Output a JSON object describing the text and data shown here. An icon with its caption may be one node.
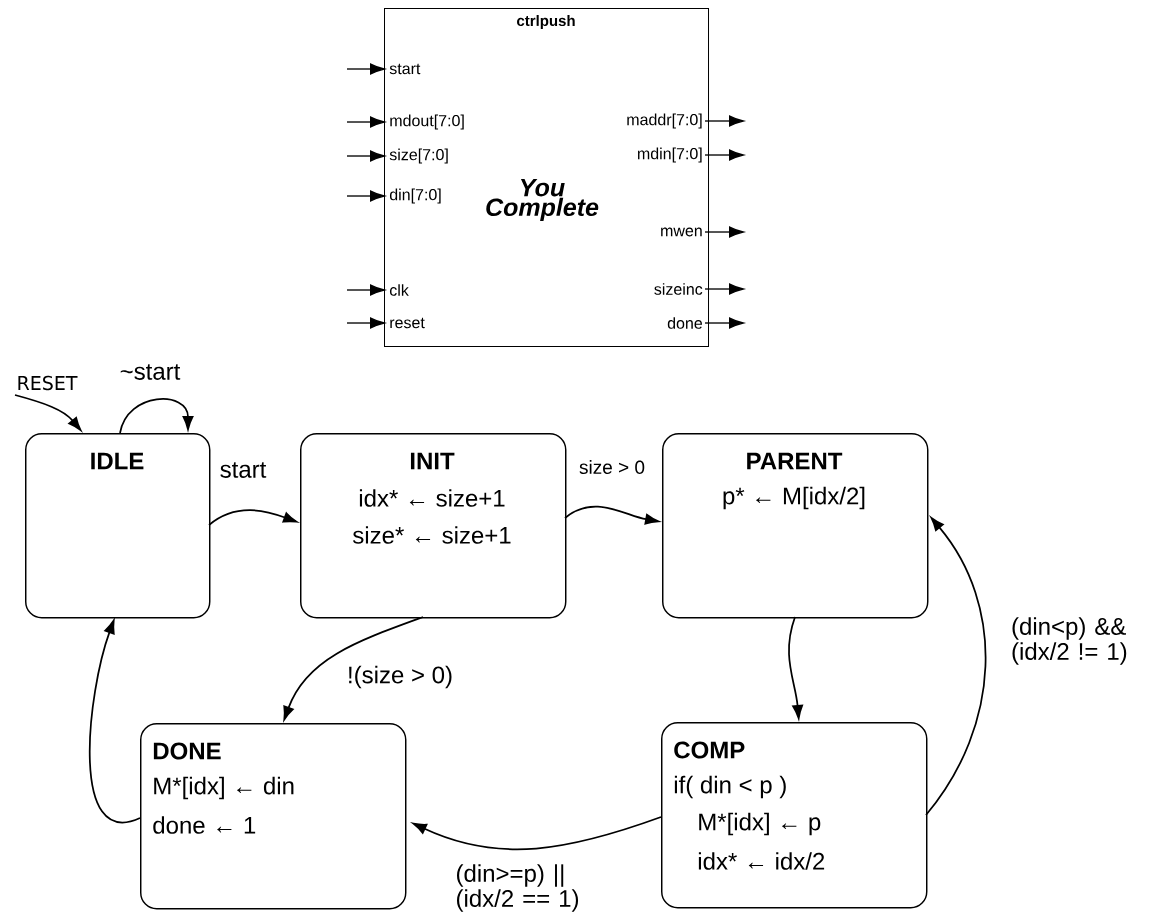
{
  "diagram": {
    "nodes": [
      {
        "text": [
          "ctrlpush",
          "You Complete"
        ]
      },
      {
        "text": [
          "start"
        ],
        "in": 0
      },
      {
        "text": [
          "mdout[7:0]"
        ],
        "in": 0
      },
      {
        "text": [
          "size[7:0]"
        ],
        "in": 0
      },
      {
        "text": [
          "din[7:0]"
        ],
        "in": 0
      },
      {
        "text": [
          "clk"
        ],
        "in": 0
      },
      {
        "text": [
          "reset"
        ],
        "in": 0
      },
      {
        "text": [
          "maddr[7:0]"
        ],
        "in": 0
      },
      {
        "text": [
          "mdin[7:0]"
        ],
        "in": 0
      },
      {
        "text": [
          "mwen"
        ],
        "in": 0
      },
      {
        "text": [
          "sizeinc"
        ],
        "in": 0
      },
      {
        "text": [
          "done"
        ],
        "in": 0
      },
      {
        "text": [
          "IDLE"
        ]
      },
      {
        "text": [
          "INIT",
          "idx* ← size+1",
          "size* ← size+1"
        ]
      },
      {
        "text": [
          "PARENT",
          "p* ← M[idx/2]"
        ]
      },
      {
        "text": [
          "DONE",
          "M*[idx] ← din",
          "done ← 1"
        ]
      },
      {
        "text": [
          "COMP",
          "if( din < p )",
          "M*[idx] ← p",
          "idx* ← idx/2"
        ]
      }
    ],
    "edges": [
      {
        "from": null,
        "to": 1,
        "arrow": "to"
      },
      {
        "from": null,
        "to": 2,
        "arrow": "to"
      },
      {
        "from": null,
        "to": 3,
        "arrow": "to"
      },
      {
        "from": null,
        "to": 4,
        "arrow": "to"
      },
      {
        "from": null,
        "to": 5,
        "arrow": "to"
      },
      {
        "from": null,
        "to": 6,
        "arrow": "to"
      },
      {
        "from": 7,
        "to": null,
        "arrow": "to"
      },
      {
        "from": 8,
        "to": null,
        "arrow": "to"
      },
      {
        "from": 9,
        "to": null,
        "arrow": "to"
      },
      {
        "from": 10,
        "to": null,
        "arrow": "to"
      },
      {
        "from": 11,
        "to": null,
        "arrow": "to"
      },
      {
        "from": null,
        "to": 12,
        "arrow": "to",
        "label": "RESET"
      },
      {
        "from": 12,
        "to": 12,
        "arrow": "to",
        "label": "~start"
      },
      {
        "from": 12,
        "to": 13,
        "arrow": "to",
        "label": "start"
      },
      {
        "from": 13,
        "to": 14,
        "arrow": "to",
        "label": "size > 0"
      },
      {
        "from": 13,
        "to": 15,
        "arrow": "to",
        "label": "!(size > 0)"
      },
      {
        "from": 14,
        "to": 16,
        "arrow": "to"
      },
      {
        "from": 16,
        "to": 14,
        "arrow": "to",
        "label": "(din<p) && (idx/2 != 1)"
      },
      {
        "from": 16,
        "to": 15,
        "arrow": "to",
        "label": "(din>=p) || (idx/2 == 1)"
      },
      {
        "from": 15,
        "to": 12,
        "arrow": "to"
      }
    ]
  }
}
